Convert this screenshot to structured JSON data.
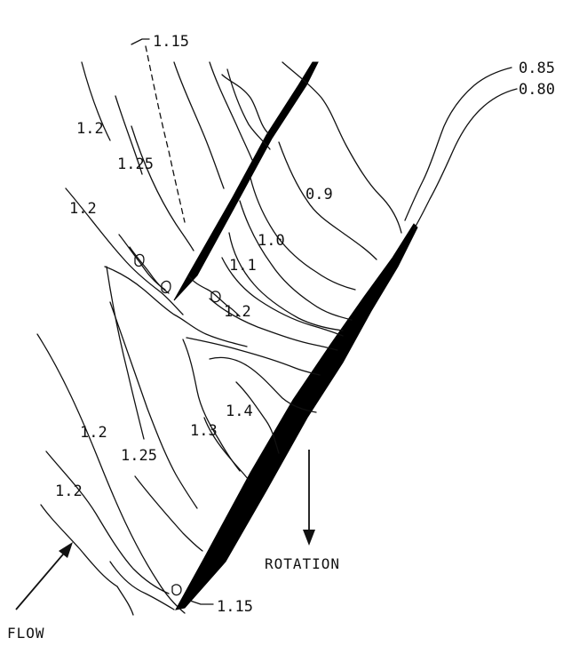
{
  "contour_labels": {
    "v115_top": "1.15",
    "v085": "0.85",
    "v080": "0.80",
    "v12_a": "1.2",
    "v125_a": "1.25",
    "v12_b": "1.2",
    "v09": "0.9",
    "v10": "1.0",
    "v11": "1.1",
    "v12_c": "1.2",
    "v14": "1.4",
    "v13": "1.3",
    "v12_d": "1.2",
    "v125_b": "1.25",
    "v12_e": "1.2",
    "v115_bottom": "1.15"
  },
  "annotations": {
    "rotation": "ROTATION",
    "flow": "FLOW"
  }
}
